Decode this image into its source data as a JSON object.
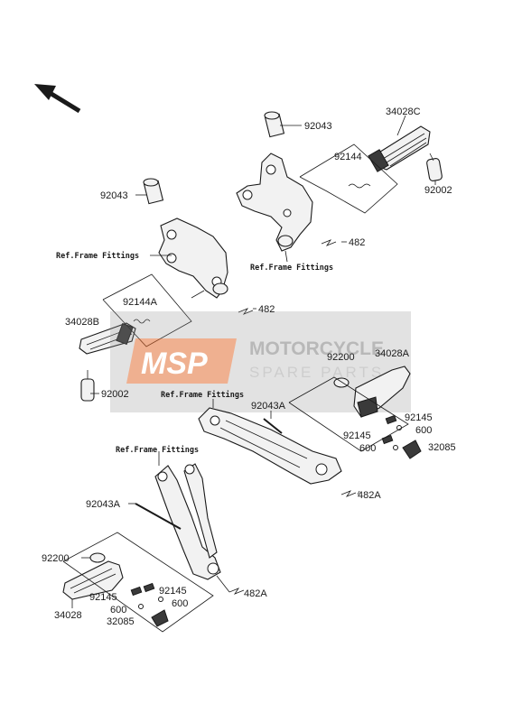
{
  "labels": {
    "l_92043_top": "92043",
    "l_34028C": "34028C",
    "l_92144": "92144",
    "l_92002_right": "92002",
    "l_482_top": "482",
    "l_ref_top_right": "Ref.Frame Fittings",
    "l_92043_left": "92043",
    "l_ref_left": "Ref.Frame Fittings",
    "l_92144A": "92144A",
    "l_482_mid": "482",
    "l_34028B": "34028B",
    "l_92002_left": "92002",
    "l_ref_center": "Ref.Frame Fittings",
    "l_92200_right": "92200",
    "l_34028A": "34028A",
    "l_92043A_right": "92043A",
    "l_92145_r1": "92145",
    "l_600_r1": "600",
    "l_92145_r2": "92145",
    "l_600_r2": "600",
    "l_32085_right": "32085",
    "l_482A_right": "482A",
    "l_ref_bottom": "Ref.Frame Fittings",
    "l_92043A_left": "92043A",
    "l_92200_left": "92200",
    "l_92145_l1": "92145",
    "l_92145_l2": "92145",
    "l_600_l1": "600",
    "l_600_l2": "600",
    "l_482A_left": "482A",
    "l_34028": "34028",
    "l_32085_left": "32085"
  },
  "watermark": {
    "logo": "MSP",
    "line1": "MOTORCYCLE",
    "line2": "SPARE PARTS",
    "colors": {
      "badge": "#e8601c",
      "text": "#7f7f7f",
      "band": "#8c8c8c"
    }
  },
  "icons": {
    "direction_arrow": "front-direction-arrow-icon"
  }
}
